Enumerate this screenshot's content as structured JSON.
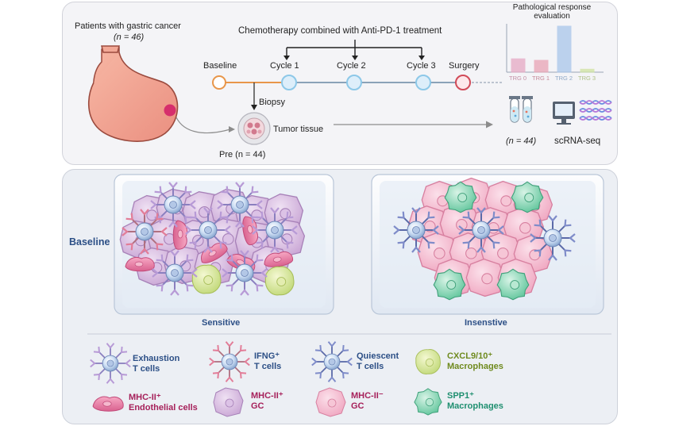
{
  "patients": {
    "title": "Patients with gastric cancer",
    "n_label": "(n = 46)"
  },
  "treatment": {
    "title": "Chemotherapy combined with Anti-PD-1 treatment"
  },
  "timeline": {
    "nodes": [
      {
        "label": "Baseline",
        "color": "#e8964a"
      },
      {
        "label": "Cycle 1",
        "color": "#8dc8e8"
      },
      {
        "label": "Cycle 2",
        "color": "#8dc8e8"
      },
      {
        "label": "Cycle 3",
        "color": "#8dc8e8"
      },
      {
        "label": "Surgery",
        "color": "#d14a58"
      }
    ]
  },
  "biopsy": {
    "label": "Biopsy",
    "tissue_label": "Tumor tissue",
    "pre_label": "Pre (n = 44)"
  },
  "response": {
    "title_line1": "Pathological response",
    "title_line2": "evaluation",
    "chart_data": {
      "type": "bar",
      "categories": [
        "TRG 0",
        "TRG 1",
        "TRG 2",
        "TRG 3"
      ],
      "values": [
        9,
        8,
        31,
        2
      ],
      "colors": [
        "#e6a9c3",
        "#e8a3b5",
        "#a8c6ea",
        "#cfe3a0"
      ]
    }
  },
  "sequencing": {
    "n_label": "(n = 44)",
    "method": "scRNA-seq"
  },
  "baseline_label": "Baseline",
  "groups": {
    "sensitive": "Sensitive",
    "insensitive": "Insenstive"
  },
  "legend": [
    {
      "label": "Exhaustion\nT cells",
      "color": "#2c4f86"
    },
    {
      "label": "IFNG⁺\nT cells",
      "color": "#2c4f86"
    },
    {
      "label": "Quiescent\nT cells",
      "color": "#2c4f86"
    },
    {
      "label": "CXCL9/10⁺\nMacrophages",
      "color": "#6f8a1e"
    },
    {
      "label": "MHC-II⁺\nEndothelial cells",
      "color": "#a6205a"
    },
    {
      "label": "MHC-II⁺\nGC",
      "color": "#a6205a"
    },
    {
      "label": "MHC-II⁻\nGC",
      "color": "#a6205a"
    },
    {
      "label": "SPP1⁺\nMacrophages",
      "color": "#1f8f70"
    }
  ]
}
